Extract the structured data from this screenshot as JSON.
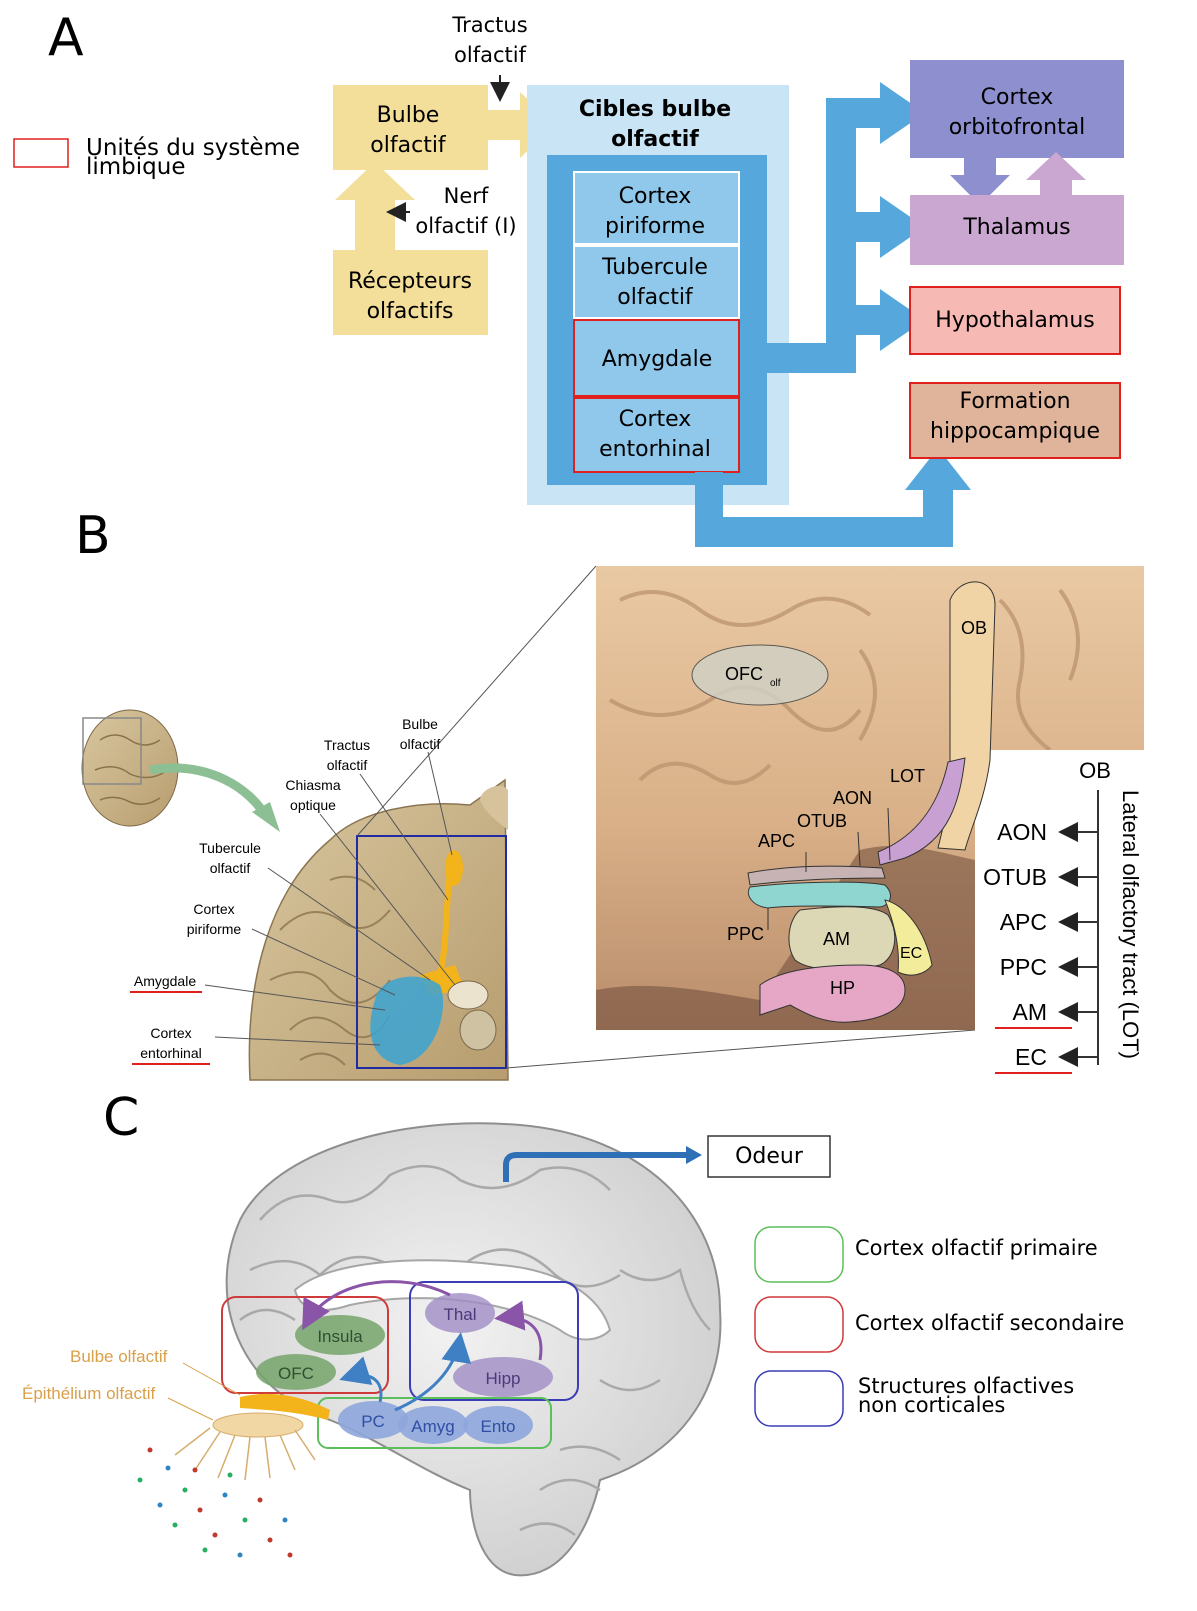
{
  "panelA": {
    "letter": "A",
    "legend_label_1": "Unités du système",
    "legend_label_2": "limbique",
    "tractus_1": "Tractus",
    "tractus_2": "olfactif",
    "bulbe_1": "Bulbe",
    "bulbe_2": "olfactif",
    "nerf_1": "Nerf",
    "nerf_2": "olfactif (I)",
    "recepteurs_1": "Récepteurs",
    "recepteurs_2": "olfactifs",
    "cibles_1": "Cibles bulbe",
    "cibles_2": "olfactif",
    "piriforme_1": "Cortex",
    "piriforme_2": "piriforme",
    "tubercule_1": "Tubercule",
    "tubercule_2": "olfactif",
    "amygdale": "Amygdale",
    "entorhinal_1": "Cortex",
    "entorhinal_2": "entorhinal",
    "orbito_1": "Cortex",
    "orbito_2": "orbitofrontal",
    "thalamus": "Thalamus",
    "hypothalamus": "Hypothalamus",
    "hippo_1": "Formation",
    "hippo_2": "hippocampique",
    "colors": {
      "yellow": "#f3df9a",
      "lightblue": "#c9e4f5",
      "blue": "#56a8dc",
      "purple": "#8d8fcf",
      "mauve": "#c9a7d0",
      "pink": "#f6b9b4",
      "brown": "#dfb49a",
      "red": "#e0201d"
    }
  },
  "panelB": {
    "letter": "B",
    "bulbe_1": "Bulbe",
    "bulbe_2": "olfactif",
    "tractus_1": "Tractus",
    "tractus_2": "olfactif",
    "chiasma_1": "Chiasma",
    "chiasma_2": "optique",
    "tubercule_1": "Tubercule",
    "tubercule_2": "olfactif",
    "piriforme_1": "Cortex",
    "piriforme_2": "piriforme",
    "amygdale": "Amygdale",
    "entorhinal_1": "Cortex",
    "entorhinal_2": "entorhinal",
    "ofc": "OFC",
    "ofc_sub": "olf",
    "ob": "OB",
    "lot": "LOT",
    "aon": "AON",
    "otub": "OTUB",
    "apc": "APC",
    "ppc": "PPC",
    "am": "AM",
    "ec": "EC",
    "hp": "HP",
    "right_ob": "OB",
    "right_list": [
      "AON",
      "OTUB",
      "APC",
      "PPC",
      "AM",
      "EC"
    ],
    "tract_label": "Lateral olfactory tract (LOT)"
  },
  "panelC": {
    "letter": "C",
    "odeur": "Odeur",
    "bulbe": "Bulbe olfactif",
    "epithelium": "Épithélium olfactif",
    "insula": "Insula",
    "ofc": "OFC",
    "thal": "Thal",
    "hipp": "Hipp",
    "pc": "PC",
    "amyg": "Amyg",
    "ento": "Ento",
    "legend_primaire": "Cortex olfactif primaire",
    "legend_secondaire": "Cortex olfactif secondaire",
    "legend_noncort_1": "Structures olfactives",
    "legend_noncort_2": "non corticales"
  }
}
